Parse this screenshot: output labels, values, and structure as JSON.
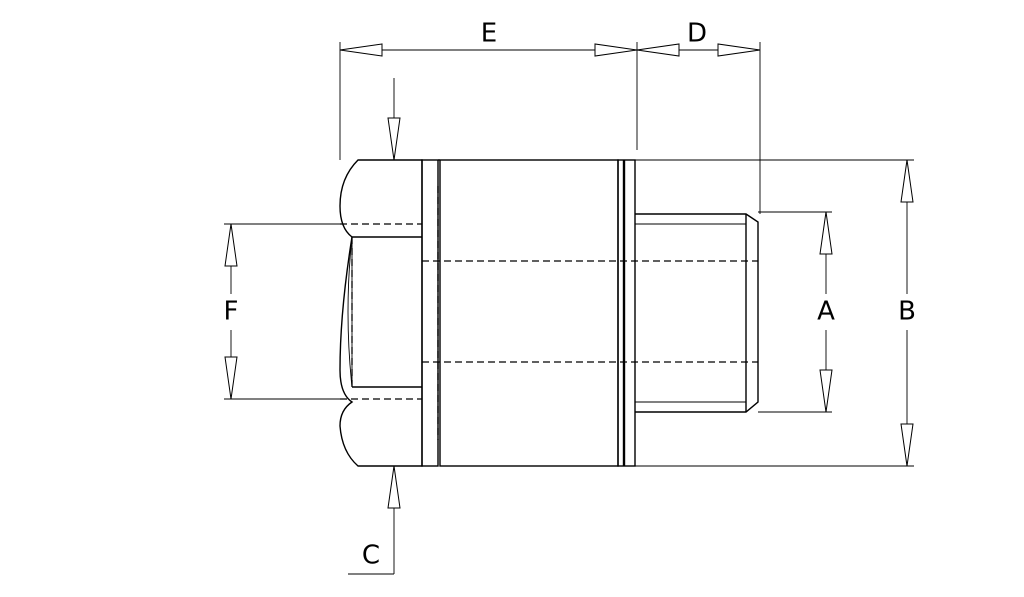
{
  "dimension_labels": {
    "A": "A",
    "B": "B",
    "C": "C",
    "D": "D",
    "E": "E",
    "F": "F"
  },
  "colors": {
    "line": "#000000",
    "background": "#ffffff"
  }
}
